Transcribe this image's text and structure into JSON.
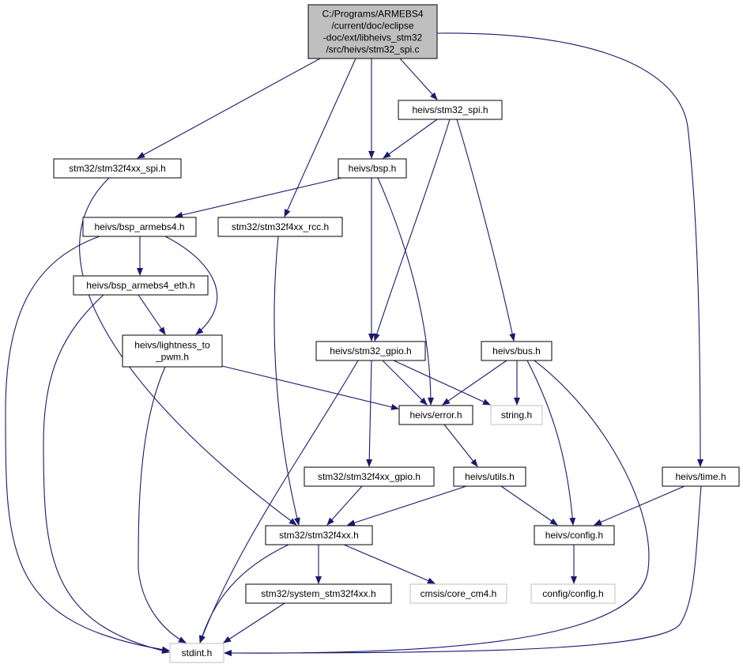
{
  "graph": {
    "edge_color": "#191970",
    "node_border_color": "#000000",
    "external_node_border_color": "#bfbfbf",
    "root_fill_color": "#bfbfbf",
    "nodes": [
      {
        "id": "root",
        "lines": [
          "C:/Programs/ARMEBS4",
          "/current/doc/eclipse",
          "-doc/ext/libheivs_stm32",
          "/src/heivs/stm32_spi.c"
        ],
        "kind": "root"
      },
      {
        "id": "heivs_stm32_spi_h",
        "lines": [
          "heivs/stm32_spi.h"
        ],
        "kind": "normal"
      },
      {
        "id": "stm32f4xx_spi_h",
        "lines": [
          "stm32/stm32f4xx_spi.h"
        ],
        "kind": "normal"
      },
      {
        "id": "heivs_bsp_h",
        "lines": [
          "heivs/bsp.h"
        ],
        "kind": "normal"
      },
      {
        "id": "bsp_armebs4_h",
        "lines": [
          "heivs/bsp_armebs4.h"
        ],
        "kind": "normal"
      },
      {
        "id": "stm32f4xx_rcc_h",
        "lines": [
          "stm32/stm32f4xx_rcc.h"
        ],
        "kind": "normal"
      },
      {
        "id": "bsp_armebs4_eth_h",
        "lines": [
          "heivs/bsp_armebs4_eth.h"
        ],
        "kind": "normal"
      },
      {
        "id": "lightness_h",
        "lines": [
          "heivs/lightness_to",
          "_pwm.h"
        ],
        "kind": "normal"
      },
      {
        "id": "stm32_gpio_h",
        "lines": [
          "heivs/stm32_gpio.h"
        ],
        "kind": "normal"
      },
      {
        "id": "bus_h",
        "lines": [
          "heivs/bus.h"
        ],
        "kind": "normal"
      },
      {
        "id": "error_h",
        "lines": [
          "heivs/error.h"
        ],
        "kind": "normal"
      },
      {
        "id": "string_h",
        "lines": [
          "string.h"
        ],
        "kind": "external"
      },
      {
        "id": "stm32f4xx_gpio_h",
        "lines": [
          "stm32/stm32f4xx_gpio.h"
        ],
        "kind": "normal"
      },
      {
        "id": "utils_h",
        "lines": [
          "heivs/utils.h"
        ],
        "kind": "normal"
      },
      {
        "id": "time_h",
        "lines": [
          "heivs/time.h"
        ],
        "kind": "normal"
      },
      {
        "id": "stm32f4xx_h",
        "lines": [
          "stm32/stm32f4xx.h"
        ],
        "kind": "normal"
      },
      {
        "id": "config_h",
        "lines": [
          "heivs/config.h"
        ],
        "kind": "normal"
      },
      {
        "id": "system_stm32f4xx_h",
        "lines": [
          "stm32/system_stm32f4xx.h"
        ],
        "kind": "normal"
      },
      {
        "id": "core_cm4_h",
        "lines": [
          "cmsis/core_cm4.h"
        ],
        "kind": "external"
      },
      {
        "id": "config_config_h",
        "lines": [
          "config/config.h"
        ],
        "kind": "external"
      },
      {
        "id": "stdint_h",
        "lines": [
          "stdint.h"
        ],
        "kind": "external"
      }
    ],
    "edges": [
      {
        "from": "root",
        "to": "stm32f4xx_spi_h"
      },
      {
        "from": "root",
        "to": "stm32f4xx_rcc_h"
      },
      {
        "from": "root",
        "to": "heivs_bsp_h"
      },
      {
        "from": "root",
        "to": "heivs_stm32_spi_h"
      },
      {
        "from": "root",
        "to": "time_h"
      },
      {
        "from": "heivs_stm32_spi_h",
        "to": "heivs_bsp_h"
      },
      {
        "from": "heivs_stm32_spi_h",
        "to": "stm32_gpio_h"
      },
      {
        "from": "heivs_stm32_spi_h",
        "to": "bus_h"
      },
      {
        "from": "stm32f4xx_spi_h",
        "to": "stm32f4xx_h"
      },
      {
        "from": "heivs_bsp_h",
        "to": "bsp_armebs4_h"
      },
      {
        "from": "heivs_bsp_h",
        "to": "stm32_gpio_h"
      },
      {
        "from": "heivs_bsp_h",
        "to": "error_h"
      },
      {
        "from": "bsp_armebs4_h",
        "to": "bsp_armebs4_eth_h"
      },
      {
        "from": "bsp_armebs4_h",
        "to": "lightness_h"
      },
      {
        "from": "bsp_armebs4_h",
        "to": "stdint_h"
      },
      {
        "from": "bsp_armebs4_eth_h",
        "to": "lightness_h"
      },
      {
        "from": "bsp_armebs4_eth_h",
        "to": "stdint_h"
      },
      {
        "from": "lightness_h",
        "to": "error_h"
      },
      {
        "from": "lightness_h",
        "to": "stdint_h"
      },
      {
        "from": "stm32f4xx_rcc_h",
        "to": "stm32f4xx_h"
      },
      {
        "from": "stm32_gpio_h",
        "to": "error_h"
      },
      {
        "from": "stm32_gpio_h",
        "to": "string_h"
      },
      {
        "from": "stm32_gpio_h",
        "to": "stm32f4xx_gpio_h"
      },
      {
        "from": "stm32_gpio_h",
        "to": "stdint_h"
      },
      {
        "from": "bus_h",
        "to": "error_h"
      },
      {
        "from": "bus_h",
        "to": "string_h"
      },
      {
        "from": "bus_h",
        "to": "config_h"
      },
      {
        "from": "bus_h",
        "to": "stdint_h"
      },
      {
        "from": "error_h",
        "to": "utils_h"
      },
      {
        "from": "utils_h",
        "to": "stm32f4xx_h"
      },
      {
        "from": "utils_h",
        "to": "config_h"
      },
      {
        "from": "stm32f4xx_gpio_h",
        "to": "stm32f4xx_h"
      },
      {
        "from": "time_h",
        "to": "config_h"
      },
      {
        "from": "time_h",
        "to": "stdint_h"
      },
      {
        "from": "stm32f4xx_h",
        "to": "system_stm32f4xx_h"
      },
      {
        "from": "stm32f4xx_h",
        "to": "core_cm4_h"
      },
      {
        "from": "stm32f4xx_h",
        "to": "stdint_h"
      },
      {
        "from": "system_stm32f4xx_h",
        "to": "stdint_h"
      },
      {
        "from": "config_h",
        "to": "config_config_h"
      }
    ]
  }
}
